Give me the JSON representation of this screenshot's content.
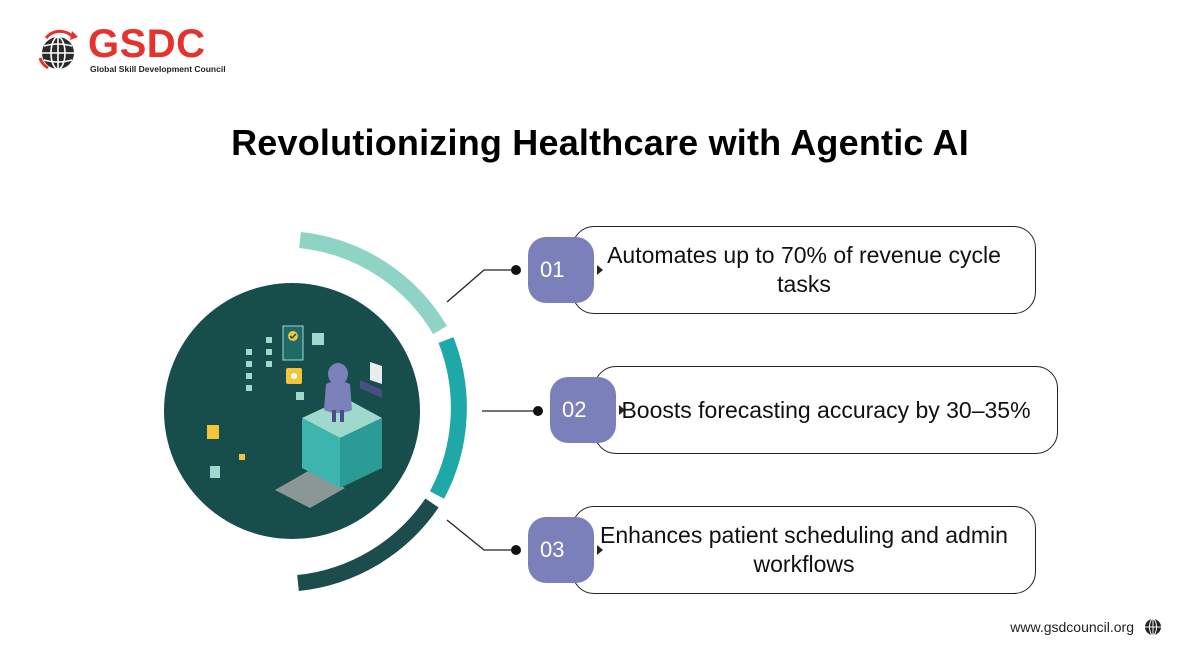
{
  "logo": {
    "name": "GSDC",
    "tagline": "Global Skill Development Council"
  },
  "title": "Revolutionizing Healthcare with Agentic AI",
  "items": [
    {
      "number": "01",
      "text": "Automates up to 70% of revenue cycle tasks"
    },
    {
      "number": "02",
      "text": "Boosts forecasting accuracy by 30–35%"
    },
    {
      "number": "03",
      "text": "Enhances patient scheduling and admin workflows"
    }
  ],
  "footer": {
    "url": "www.gsdcouncil.org",
    "icon": "globe-icon"
  },
  "colors": {
    "brand_red": "#e5322d",
    "circle_dark": "#174e4c",
    "arc_light": "#8fd3c7",
    "arc_mid": "#1fa8a8",
    "arc_dark": "#1c4d4c",
    "number_badge": "#7b7fba"
  }
}
